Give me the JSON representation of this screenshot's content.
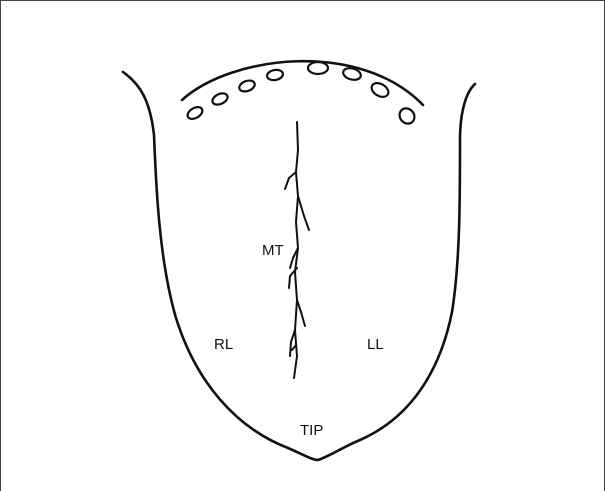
{
  "labels": {
    "median_groove": "MT",
    "right_lateral": "RL",
    "left_lateral": "LL",
    "tip": "TIP"
  },
  "colors": {
    "stroke": "#111111",
    "background": "#ffffff"
  }
}
